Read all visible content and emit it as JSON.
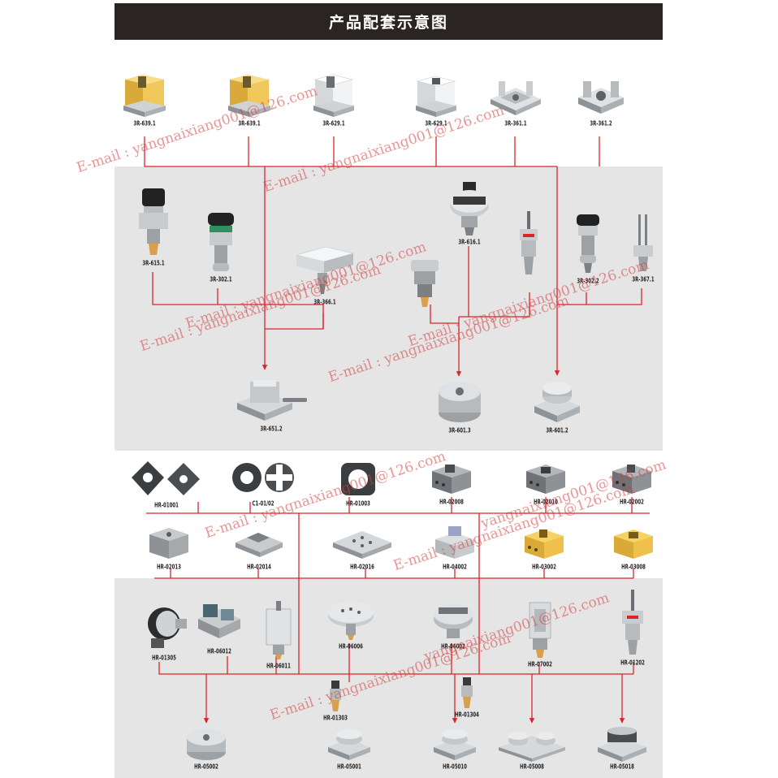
{
  "title": "产品配套示意图",
  "colors": {
    "title_bg": "#2a2523",
    "band": "#e5e5e5",
    "line": "#d8262b",
    "watermark": "#d73c3c"
  },
  "products": {
    "p3r6391": {
      "code": "3R-639.1",
      "icon": "gold-block-holder-icon"
    },
    "p3r6393": {
      "code": "3R-639.1",
      "icon": "gold-block-holder-icon"
    },
    "p3r6291": {
      "code": "3R-629.1",
      "icon": "steel-block-holder-icon"
    },
    "p3r6292": {
      "code": "3R-629.1",
      "icon": "square-hole-holder-icon"
    },
    "p3r3611": {
      "code": "3R-361.1",
      "icon": "plate-holder-icon"
    },
    "p3r3612": {
      "code": "3R-361.2",
      "icon": "plate-holder-icon"
    },
    "p3r6151": {
      "code": "3R-615.1",
      "icon": "collet-chuck-icon"
    },
    "p3r3021": {
      "code": "3R-302.1",
      "icon": "collet-chuck-icon"
    },
    "p3r3661": {
      "code": "3R-366.1",
      "icon": "flat-block-holder-icon"
    },
    "p3r6161": {
      "code": "3R-616.1",
      "icon": "rotary-chuck-icon"
    },
    "pcenter1": {
      "code": "",
      "icon": "electrode-holder-icon"
    },
    "pcenter2": {
      "code": "",
      "icon": "pin-holder-icon"
    },
    "p3r3022": {
      "code": "3R-302.2",
      "icon": "collet-chuck-icon"
    },
    "p3r3671": {
      "code": "3R-367.1",
      "icon": "pin-holder-icon"
    },
    "p3r6512": {
      "code": "3R-651.2",
      "icon": "vise-chuck-icon"
    },
    "p3r6013": {
      "code": "3R-601.3",
      "icon": "round-chuck-icon"
    },
    "p3r6012": {
      "code": "3R-601.2",
      "icon": "square-chuck-icon"
    },
    "hr01001": {
      "code": "HR-01001",
      "icon": "cross-plate-icon"
    },
    "hr01002": {
      "code": "C1-01/02",
      "icon": "cross-plate-icon"
    },
    "hr01003": {
      "code": "HR-01003",
      "icon": "ring-plate-icon"
    },
    "hr02008": {
      "code": "HR-02008",
      "icon": "slot-block-icon"
    },
    "hr02010": {
      "code": "HR-02010",
      "icon": "square-hole-block-icon"
    },
    "hr02002": {
      "code": "HR-02002",
      "icon": "slot-block-icon"
    },
    "hr02013": {
      "code": "HR-02013",
      "icon": "square-block-icon"
    },
    "hr02014": {
      "code": "HR-02014",
      "icon": "flat-plate-icon"
    },
    "hr02016": {
      "code": "HR-02016",
      "icon": "grid-plate-icon"
    },
    "hr04002": {
      "code": "HR-04002",
      "icon": "clamp-block-icon"
    },
    "hr03002": {
      "code": "HR-03002",
      "icon": "gold-slot-block-icon"
    },
    "hr03008": {
      "code": "HR-03008",
      "icon": "gold-square-block-icon"
    },
    "hr01305": {
      "code": "HR-01305",
      "icon": "rotary-chuck-icon"
    },
    "hr06012": {
      "code": "HR-06012",
      "icon": "vise-icon"
    },
    "hr06011": {
      "code": "HR-06011",
      "icon": "block-holder-icon"
    },
    "hr06006": {
      "code": "HR-06006",
      "icon": "round-table-icon"
    },
    "hr06002": {
      "code": "HR-06002",
      "icon": "round-vise-icon"
    },
    "hr07002": {
      "code": "HR-07002",
      "icon": "vertical-holder-icon"
    },
    "hr01202": {
      "code": "HR-01202",
      "icon": "pin-holder-icon"
    },
    "hr01303": {
      "code": "HR-01303",
      "icon": "electrode-pin-icon"
    },
    "hr01304": {
      "code": "HR-01304",
      "icon": "electrode-pin-icon"
    },
    "hr05002": {
      "code": "HR-05002",
      "icon": "round-chuck-icon"
    },
    "hr05001": {
      "code": "HR-05001",
      "icon": "square-chuck-icon"
    },
    "hr05010": {
      "code": "HR-05010",
      "icon": "square-chuck-icon"
    },
    "hr05008": {
      "code": "HR-05008",
      "icon": "double-chuck-icon"
    },
    "hr05018": {
      "code": "HR-05018",
      "icon": "square-chuck-icon"
    }
  },
  "watermark": {
    "w1": "E-mail : yangnaixiang001@126.com",
    "w2": "E-mail : yangnaixiang001@126.com",
    "w3": "E-mail : yangnaixiang001@126.com",
    "w4": "E-mail : yangnaixiang001@126.com",
    "w5": "E-mail : yangnaixiang001@126.com",
    "w6": "E-mail : yangnaixiang001@126.com",
    "w7": "E-mail : yangnaixiang001@126.com",
    "w8": "yangnaixiang001@126.com",
    "w9": "E-mail : yangnaixiang001@126.com",
    "w10": "yangnaixiang001@126.com",
    "w11": "E-mail : yangnaixiang001@126.com"
  }
}
